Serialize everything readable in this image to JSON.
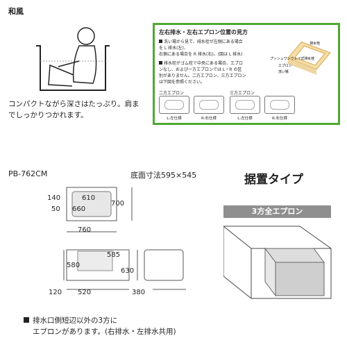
{
  "section": {
    "title": "和風"
  },
  "caption": {
    "line1": "コンパクトながら深さはたっぷり。肩ま",
    "line2": "でしっかりつかれます。"
  },
  "explain": {
    "title": "左右排水・左右エプロン位置の見方",
    "bullet1_l1": "洗い場から見て、排水栓が左側にある場合",
    "bullet1_l2": "を L 排水(左)、",
    "bullet1_l3": "右側にある場合を R 排水(右)。(図は L 排水)",
    "bullet2_l1": "排水栓がゴム栓で中央にある場合、エプロ",
    "bullet2_l2": "ンなし、および一方エプロンでは L・R の区",
    "bullet2_l3": "別がありません。二方エプロン、三方エプロン",
    "bullet2_l4": "は下図を参照ください。",
    "diagram_labels": {
      "drain": "排水栓",
      "push": "プッシュワンウェイ式排水栓",
      "apron": "エプロン",
      "wash": "洗い場"
    },
    "groups": [
      {
        "name": "二方エプロン",
        "items": [
          "L:左仕様",
          "R:右仕様"
        ]
      },
      {
        "name": "三方エプロン",
        "items": [
          "L:左仕様",
          "R:右仕様"
        ]
      }
    ]
  },
  "spec": {
    "model": "PB-762CM",
    "bottom_size": "底面寸法595×545",
    "dims": {
      "w610": "610",
      "w660": "660",
      "h140": "140",
      "h50": "50",
      "d700": "700",
      "w760": "760",
      "h580": "580",
      "h585": "585",
      "h630": "630",
      "w120": "120",
      "w520": "520",
      "w380": "380"
    }
  },
  "type": {
    "title": "据置タイプ",
    "band": "3方全エプロン"
  },
  "note": {
    "line1": "排水口側短辺以外の3方に",
    "line2": "エプロンがあります。(右排水・左排水共用)"
  },
  "colors": {
    "green": "#4fa832",
    "band": "#8f8f8f"
  }
}
